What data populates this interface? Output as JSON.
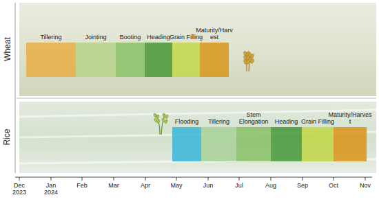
{
  "diagram": {
    "nodes": [
      {
        "text": [
          "Tillering"
        ]
      },
      {
        "text": [
          "Jointing"
        ]
      },
      {
        "text": [
          "Booting"
        ]
      },
      {
        "text": [
          "Heading"
        ]
      },
      {
        "text": [
          "Grain Filling"
        ]
      },
      {
        "text": [
          "Maturity/Harvest"
        ]
      },
      {
        "text": [
          "Flooding"
        ]
      },
      {
        "text": [
          "Tillering"
        ]
      },
      {
        "text": [
          "Stem Elongation"
        ]
      },
      {
        "text": [
          "Heading"
        ]
      },
      {
        "text": [
          "Grain Filling"
        ]
      },
      {
        "text": [
          "Maturity/Harvest"
        ]
      }
    ],
    "labels": [
      "Wheat",
      "Rice",
      "Dec 2023",
      "Jan 2024",
      "Feb",
      "Mar",
      "Apr",
      "May",
      "Jun",
      "Jul",
      "Aug",
      "Sep",
      "Oct",
      "Nov"
    ]
  }
}
